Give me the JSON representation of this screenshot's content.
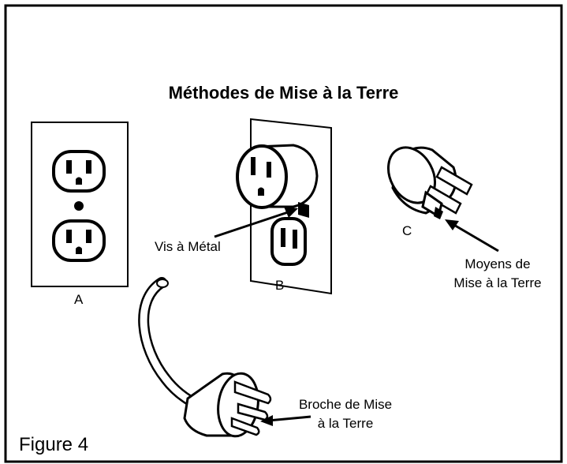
{
  "title": "Méthodes de Mise à la Terre",
  "figure_label": "Figure 4",
  "labels": {
    "a": "A",
    "b": "B",
    "c": "C",
    "vis_metal": "Vis à Métal",
    "moyens_line1": "Moyens de",
    "moyens_line2": "Mise à la Terre",
    "broche_line1": "Broche de Mise",
    "broche_line2": "à la Terre"
  }
}
